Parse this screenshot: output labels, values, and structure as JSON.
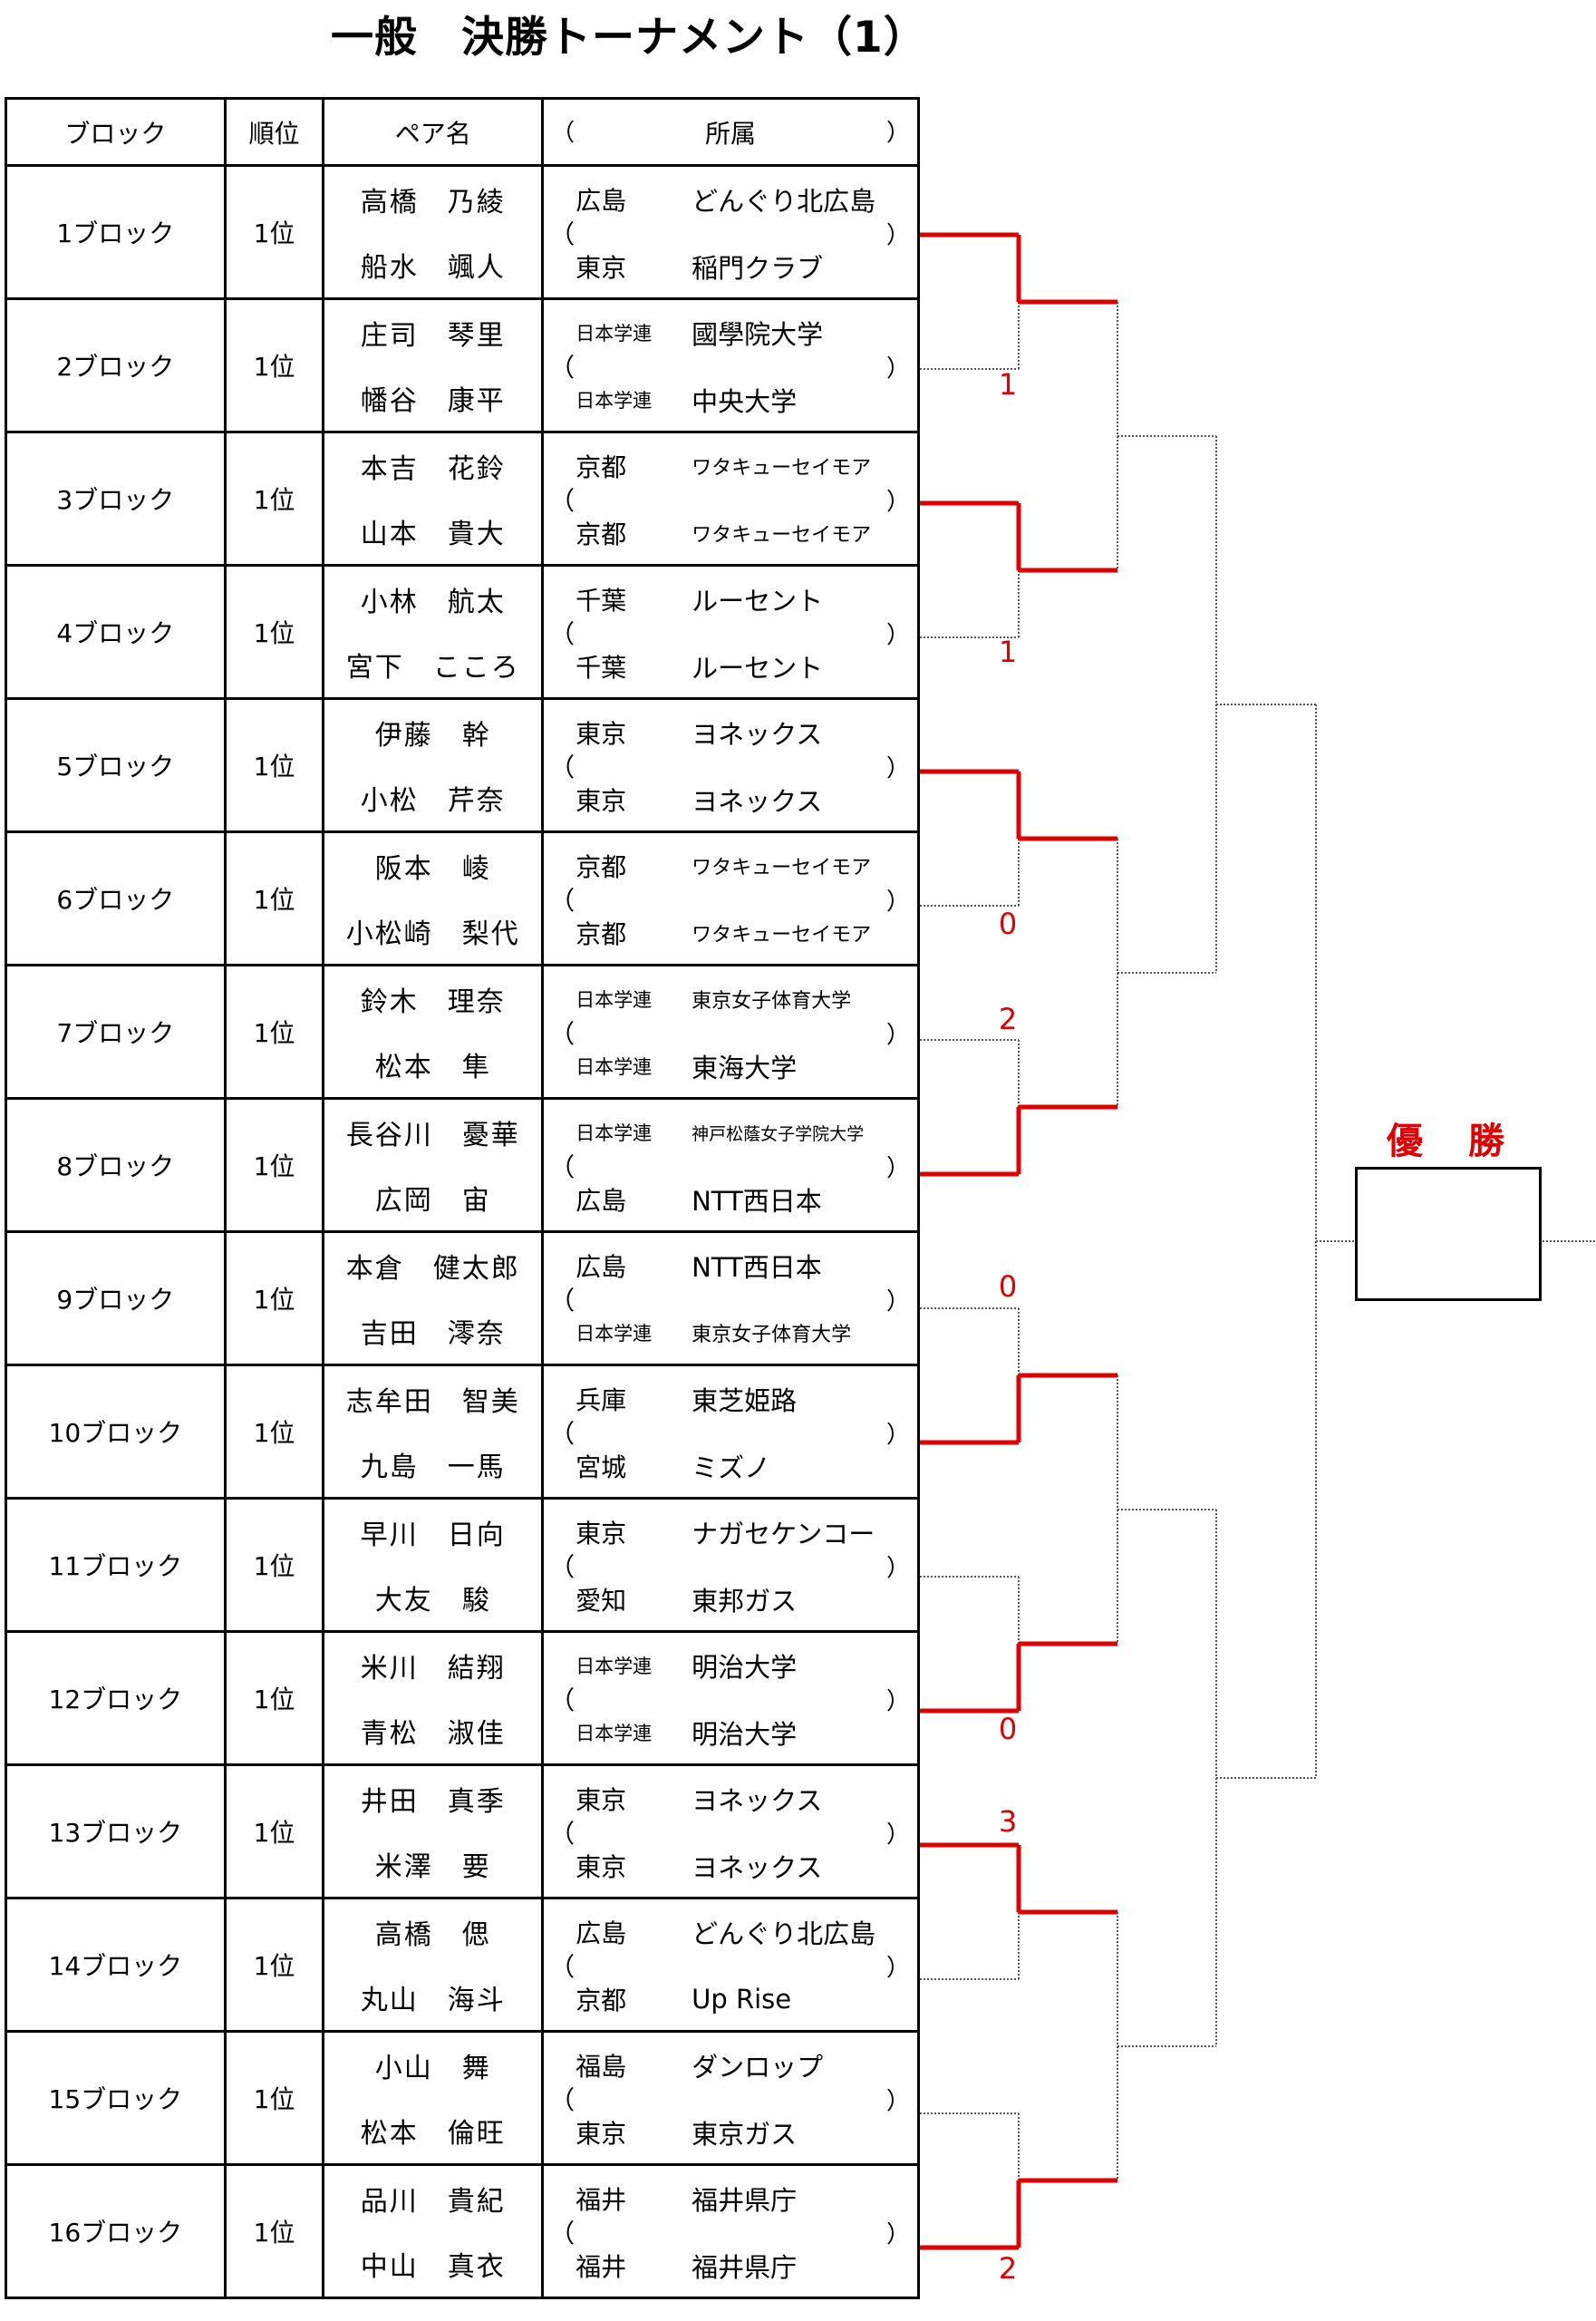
{
  "title": "一般　決勝トーナメント（1）",
  "headers": {
    "block": "ブロック",
    "rank": "順位",
    "pair": "ペア名",
    "aff_open": "（",
    "aff": "所属",
    "aff_close": "）"
  },
  "rows": [
    {
      "block": "1ブロック",
      "rank": "1位",
      "p1": "高橋　乃綾",
      "p2": "船水　颯人",
      "pref1": "広島",
      "org1": "どんぐり北広島",
      "pref2": "東京",
      "org2": "稲門クラブ",
      "open": "（",
      "close": "）"
    },
    {
      "block": "2ブロック",
      "rank": "1位",
      "p1": "庄司　琴里",
      "p2": "幡谷　康平",
      "pref1": "日本学連",
      "org1": "國學院大学",
      "pref2": "日本学連",
      "org2": "中央大学",
      "open": "（",
      "close": "）"
    },
    {
      "block": "3ブロック",
      "rank": "1位",
      "p1": "本吉　花鈴",
      "p2": "山本　貴大",
      "pref1": "京都",
      "org1": "ワタキューセイモア",
      "pref2": "京都",
      "org2": "ワタキューセイモア",
      "open": "（",
      "close": "）"
    },
    {
      "block": "4ブロック",
      "rank": "1位",
      "p1": "小林　航太",
      "p2": "宮下　こころ",
      "pref1": "千葉",
      "org1": "ルーセント",
      "pref2": "千葉",
      "org2": "ルーセント",
      "open": "（",
      "close": "）"
    },
    {
      "block": "5ブロック",
      "rank": "1位",
      "p1": "伊藤　幹",
      "p2": "小松　芹奈",
      "pref1": "東京",
      "org1": "ヨネックス",
      "pref2": "東京",
      "org2": "ヨネックス",
      "open": "（",
      "close": "）"
    },
    {
      "block": "6ブロック",
      "rank": "1位",
      "p1": "阪本　崚",
      "p2": "小松崎　梨代",
      "pref1": "京都",
      "org1": "ワタキューセイモア",
      "pref2": "京都",
      "org2": "ワタキューセイモア",
      "open": "（",
      "close": "）"
    },
    {
      "block": "7ブロック",
      "rank": "1位",
      "p1": "鈴木　理奈",
      "p2": "松本　隼",
      "pref1": "日本学連",
      "org1": "東京女子体育大学",
      "pref2": "日本学連",
      "org2": "東海大学",
      "open": "（",
      "close": "）"
    },
    {
      "block": "8ブロック",
      "rank": "1位",
      "p1": "長谷川　憂華",
      "p2": "広岡　宙",
      "pref1": "日本学連",
      "org1": "神戸松蔭女子学院大学",
      "pref2": "広島",
      "org2": "NTT西日本",
      "open": "（",
      "close": "）"
    },
    {
      "block": "9ブロック",
      "rank": "1位",
      "p1": "本倉　健太郎",
      "p2": "吉田　澪奈",
      "pref1": "広島",
      "org1": "NTT西日本",
      "pref2": "日本学連",
      "org2": "東京女子体育大学",
      "open": "（",
      "close": "）"
    },
    {
      "block": "10ブロック",
      "rank": "1位",
      "p1": "志牟田　智美",
      "p2": "九島　一馬",
      "pref1": "兵庫",
      "org1": "東芝姫路",
      "pref2": "宮城",
      "org2": "ミズノ",
      "open": "（",
      "close": "）"
    },
    {
      "block": "11ブロック",
      "rank": "1位",
      "p1": "早川　日向",
      "p2": "大友　駿",
      "pref1": "東京",
      "org1": "ナガセケンコー",
      "pref2": "愛知",
      "org2": "東邦ガス",
      "open": "（",
      "close": "）"
    },
    {
      "block": "12ブロック",
      "rank": "1位",
      "p1": "米川　結翔",
      "p2": "青松　淑佳",
      "pref1": "日本学連",
      "org1": "明治大学",
      "pref2": "日本学連",
      "org2": "明治大学",
      "open": "（",
      "close": "）"
    },
    {
      "block": "13ブロック",
      "rank": "1位",
      "p1": "井田　真季",
      "p2": "米澤　要",
      "pref1": "東京",
      "org1": "ヨネックス",
      "pref2": "東京",
      "org2": "ヨネックス",
      "open": "（",
      "close": "）"
    },
    {
      "block": "14ブロック",
      "rank": "1位",
      "p1": "高橋　偲",
      "p2": "丸山　海斗",
      "pref1": "広島",
      "org1": "どんぐり北広島",
      "pref2": "京都",
      "org2": "Up Rise",
      "open": "（",
      "close": "）"
    },
    {
      "block": "15ブロック",
      "rank": "1位",
      "p1": "小山　舞",
      "p2": "松本　倫旺",
      "pref1": "福島",
      "org1": "ダンロップ",
      "pref2": "東京",
      "org2": "東京ガス",
      "open": "（",
      "close": "）"
    },
    {
      "block": "16ブロック",
      "rank": "1位",
      "p1": "品川　貴紀",
      "p2": "中山　真衣",
      "pref1": "福井",
      "org1": "福井県庁",
      "pref2": "福井",
      "org2": "福井県庁",
      "open": "（",
      "close": "）"
    }
  ],
  "scores": [
    "1",
    "1",
    "0",
    "2",
    "0",
    "0",
    "3",
    "2"
  ],
  "champion_label": "優勝",
  "colors": {
    "winner_line": "#e00000",
    "loser_line": "#555555",
    "score": "#e00000"
  }
}
